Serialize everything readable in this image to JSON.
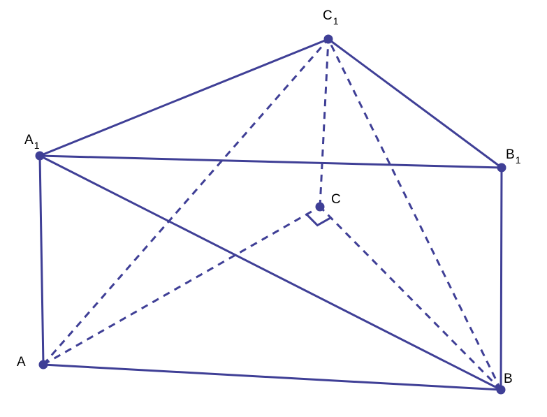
{
  "colors": {
    "line": "#3f3f96",
    "point": "#3f3f96",
    "text": "#000000",
    "background": "#ffffff"
  },
  "diagram": {
    "vertices": [
      {
        "id": "A",
        "letter": "A",
        "subscript": ""
      },
      {
        "id": "B",
        "letter": "B",
        "subscript": ""
      },
      {
        "id": "C",
        "letter": "C",
        "subscript": ""
      },
      {
        "id": "A1",
        "letter": "A",
        "subscript": "1"
      },
      {
        "id": "B1",
        "letter": "B",
        "subscript": "1"
      },
      {
        "id": "C1",
        "letter": "C",
        "subscript": "1"
      }
    ],
    "edges": [
      {
        "from": "A",
        "to": "B",
        "style": "solid"
      },
      {
        "from": "A",
        "to": "A1",
        "style": "solid"
      },
      {
        "from": "B",
        "to": "B1",
        "style": "solid"
      },
      {
        "from": "A1",
        "to": "B1",
        "style": "solid"
      },
      {
        "from": "A1",
        "to": "C1",
        "style": "solid"
      },
      {
        "from": "B1",
        "to": "C1",
        "style": "solid"
      },
      {
        "from": "A1",
        "to": "B",
        "style": "solid"
      },
      {
        "from": "A",
        "to": "C",
        "style": "dashed"
      },
      {
        "from": "B",
        "to": "C",
        "style": "dashed"
      },
      {
        "from": "C",
        "to": "C1",
        "style": "dashed"
      },
      {
        "from": "A",
        "to": "C1",
        "style": "dashed"
      },
      {
        "from": "B",
        "to": "C1",
        "style": "dashed"
      }
    ],
    "right_angle_at": "C"
  }
}
